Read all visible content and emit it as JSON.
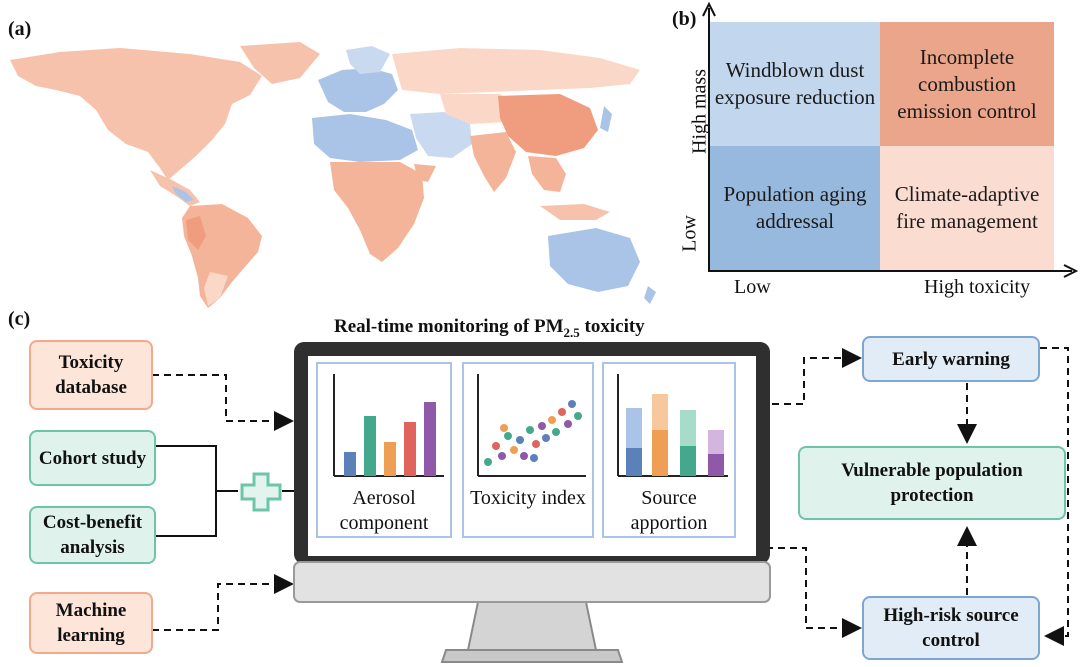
{
  "panel_labels": {
    "a": "(a)",
    "b": "(b)",
    "c": "(c)"
  },
  "panel_b": {
    "y_axis": {
      "high": "High mass",
      "low": "Low"
    },
    "x_axis": {
      "low": "Low",
      "high": "High toxicity"
    },
    "quadrants": {
      "top_left": "Windblown dust exposure reduction",
      "top_right": "Incomplete combustion emission control",
      "bottom_left": "Population aging addressal",
      "bottom_right": "Climate-adaptive fire management"
    },
    "colors": {
      "top_left": "#c2d6ee",
      "top_right": "#eba58a",
      "bottom_left": "#98b9de",
      "bottom_right": "#fbdcd0"
    }
  },
  "panel_c": {
    "title_main": "Real-time monitoring of PM",
    "title_sub": "2.5",
    "title_tail": " toxicity",
    "inputs": {
      "toxicity_database": "Toxicity database",
      "cohort_study": "Cohort study",
      "cost_benefit": "Cost-benefit analysis",
      "machine_learning": "Machine learning"
    },
    "screen_panels": {
      "aerosol": "Aerosol component",
      "toxicity": "Toxicity index",
      "source": "Source apportion"
    },
    "outputs": {
      "early_warning": "Early warning",
      "vulnerable": "Vulnerable population protection",
      "high_risk": "High-risk source control"
    },
    "colors": {
      "orange": "#f2a98c",
      "green": "#6ec4a9",
      "blue": "#7ea6d3"
    }
  },
  "map_colors": {
    "high_toxicity": "#f4b49a",
    "low_toxicity": "#a9c4e6",
    "ocean": "#ffffff"
  }
}
